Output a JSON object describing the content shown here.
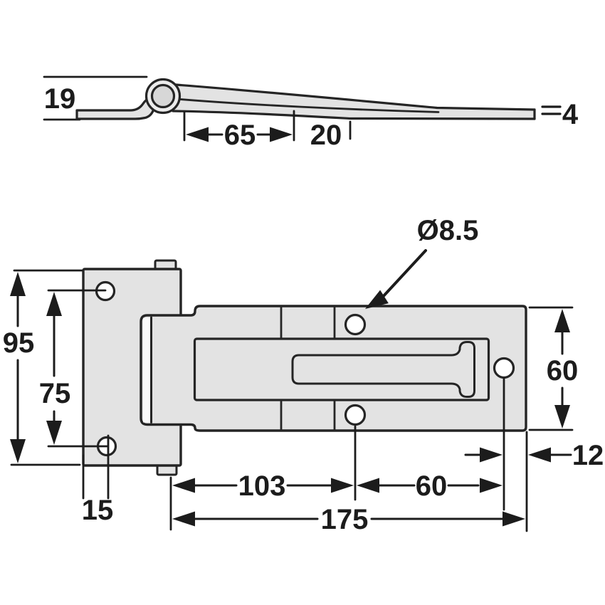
{
  "drawing": {
    "type": "technical-dimension-drawing",
    "subject": "side door hinge with mounting plate and slotted strap, side profile view and plan view",
    "colors": {
      "background": "#ffffff",
      "part_fill": "#e3e3e3",
      "knuckle_ring_fill": "#ececec",
      "pin_fill": "#d7d7d7",
      "highlight_fill": "#fafafa",
      "outline": "#252525",
      "dimension_color": "#1c1c1c"
    }
  },
  "side_view": {
    "height": "19",
    "mid_length": "65",
    "end_length": "20",
    "thickness": "4"
  },
  "bottom_view": {
    "hole_diameter": "Ø8.5",
    "plate_height": "95",
    "hole_spacing": "75",
    "hole_edge_offset": "15",
    "pin_to_center": "103",
    "center_to_hole": "60",
    "overall_length": "175",
    "strap_width": "60",
    "hole_to_tip": "12"
  }
}
